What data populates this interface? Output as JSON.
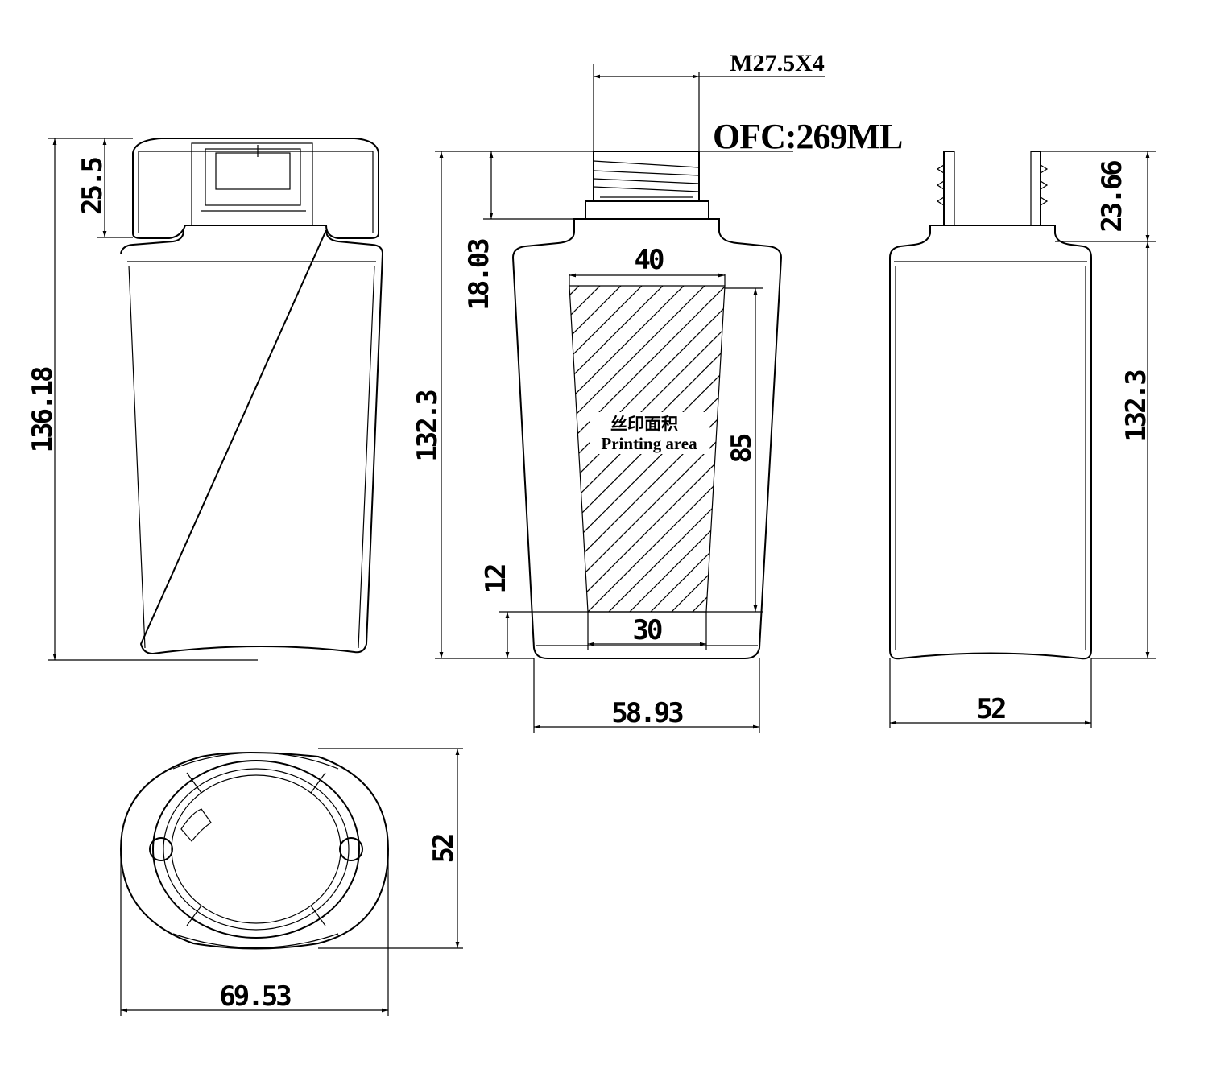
{
  "title": "Bottle technical drawing",
  "thread_spec": "M27.5X4",
  "capacity": "OFC:269ML",
  "printing_area": {
    "label_cn": "丝印面积",
    "label_en": "Printing area"
  },
  "side_view": {
    "total_height": "136.18",
    "cap_height": "25.5"
  },
  "front_view": {
    "height": "132.3",
    "neck_height": "18.03",
    "print_top_width": "40",
    "print_height": "85",
    "print_bottom_offset": "12",
    "print_bottom_width": "30",
    "width": "58.93"
  },
  "right_view": {
    "neck_height": "23.66",
    "height": "132.3",
    "width": "52"
  },
  "bottom_view": {
    "depth": "52",
    "width": "69.53"
  }
}
